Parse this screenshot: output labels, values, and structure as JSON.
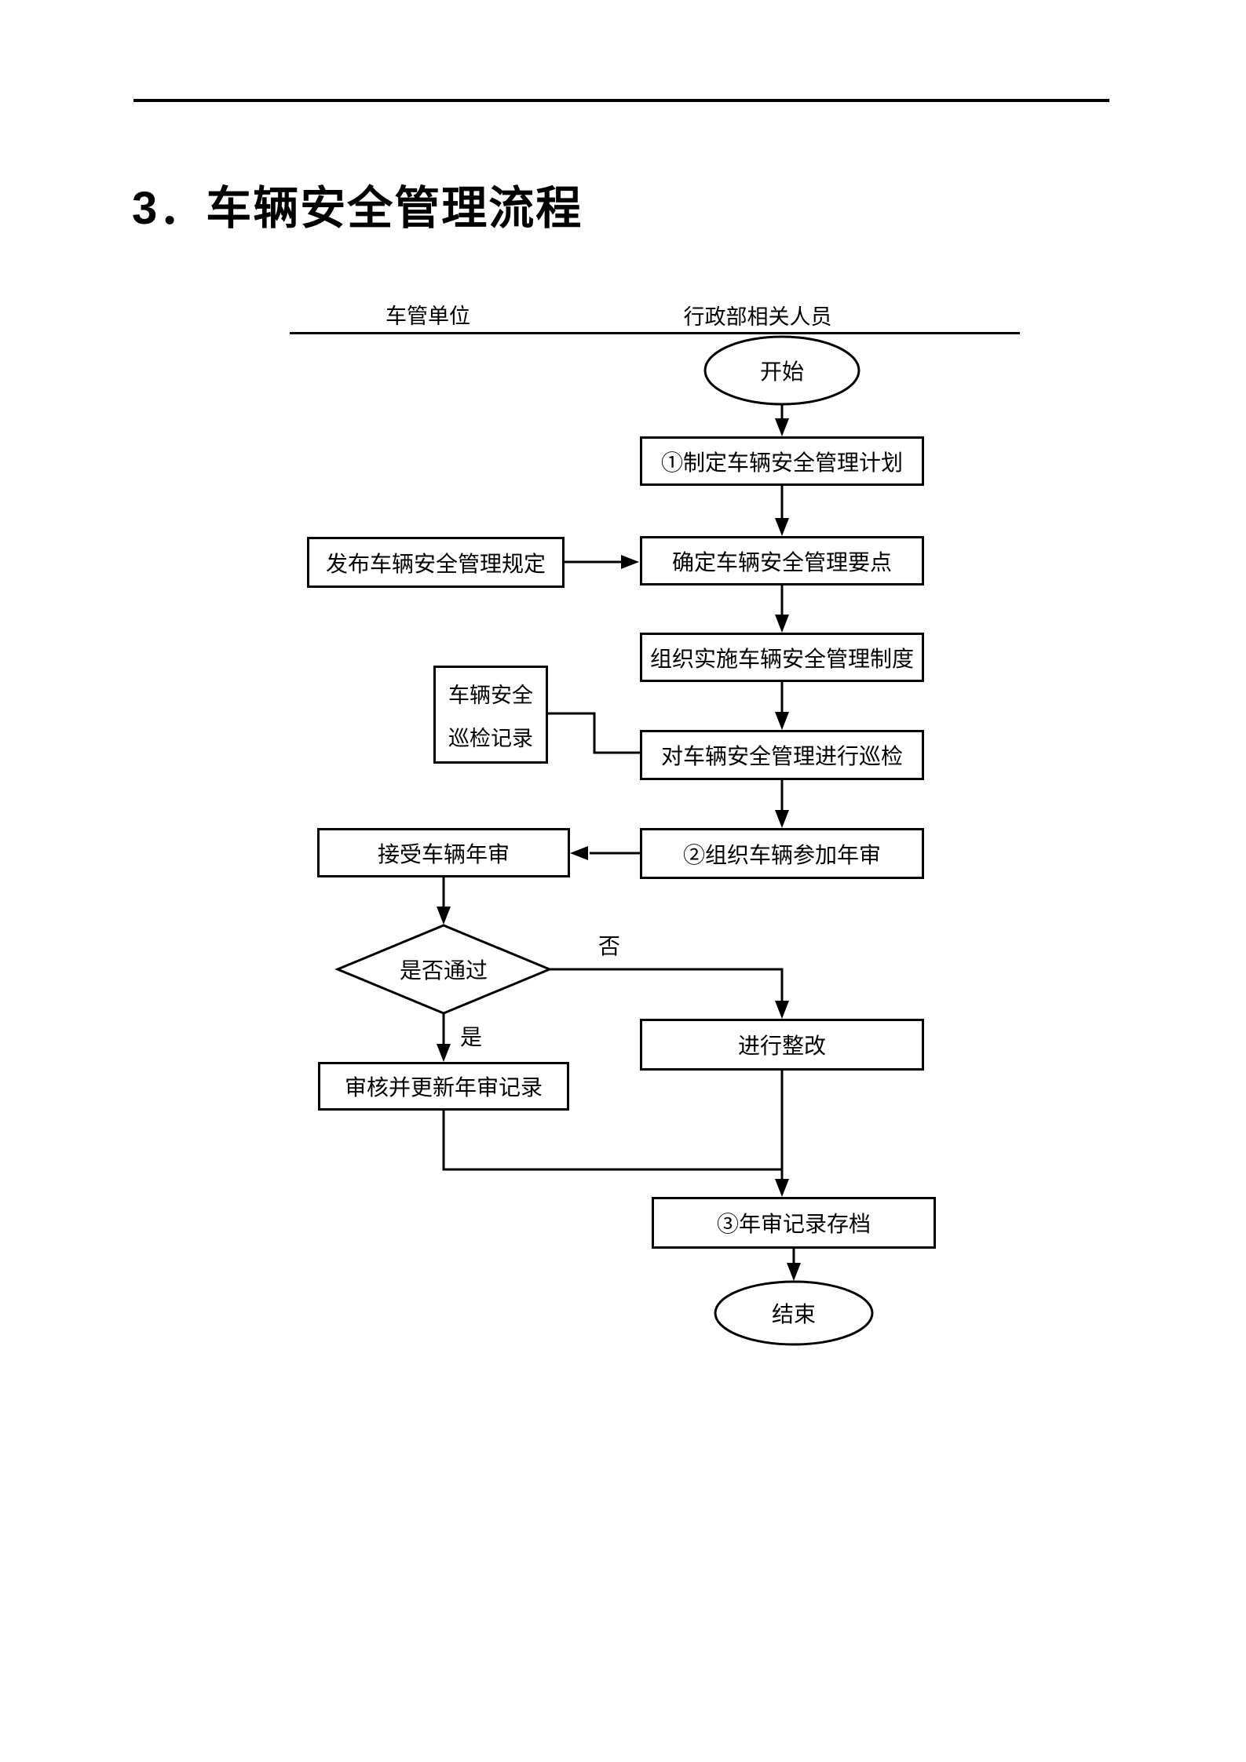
{
  "page": {
    "title": "3．车辆安全管理流程"
  },
  "flowchart": {
    "columns": [
      {
        "label": "车管单位"
      },
      {
        "label": "行政部相关人员"
      }
    ],
    "nodes": {
      "start": "开始",
      "plan": "①制定车辆安全管理计划",
      "publish": "发布车辆安全管理规定",
      "points": "确定车辆安全管理要点",
      "implement": "组织实施车辆安全管理制度",
      "record_line1": "车辆安全",
      "record_line2": "巡检记录",
      "inspect": "对车辆安全管理进行巡检",
      "organize_review": "②组织车辆参加年审",
      "accept_review": "接受车辆年审",
      "decision": "是否通过",
      "rectify": "进行整改",
      "update_record": "审核并更新年审记录",
      "archive": "③年审记录存档",
      "end": "结束"
    },
    "branch_labels": {
      "no": "否",
      "yes": "是"
    },
    "colors": {
      "ink": "#000000",
      "background": "#ffffff"
    }
  }
}
